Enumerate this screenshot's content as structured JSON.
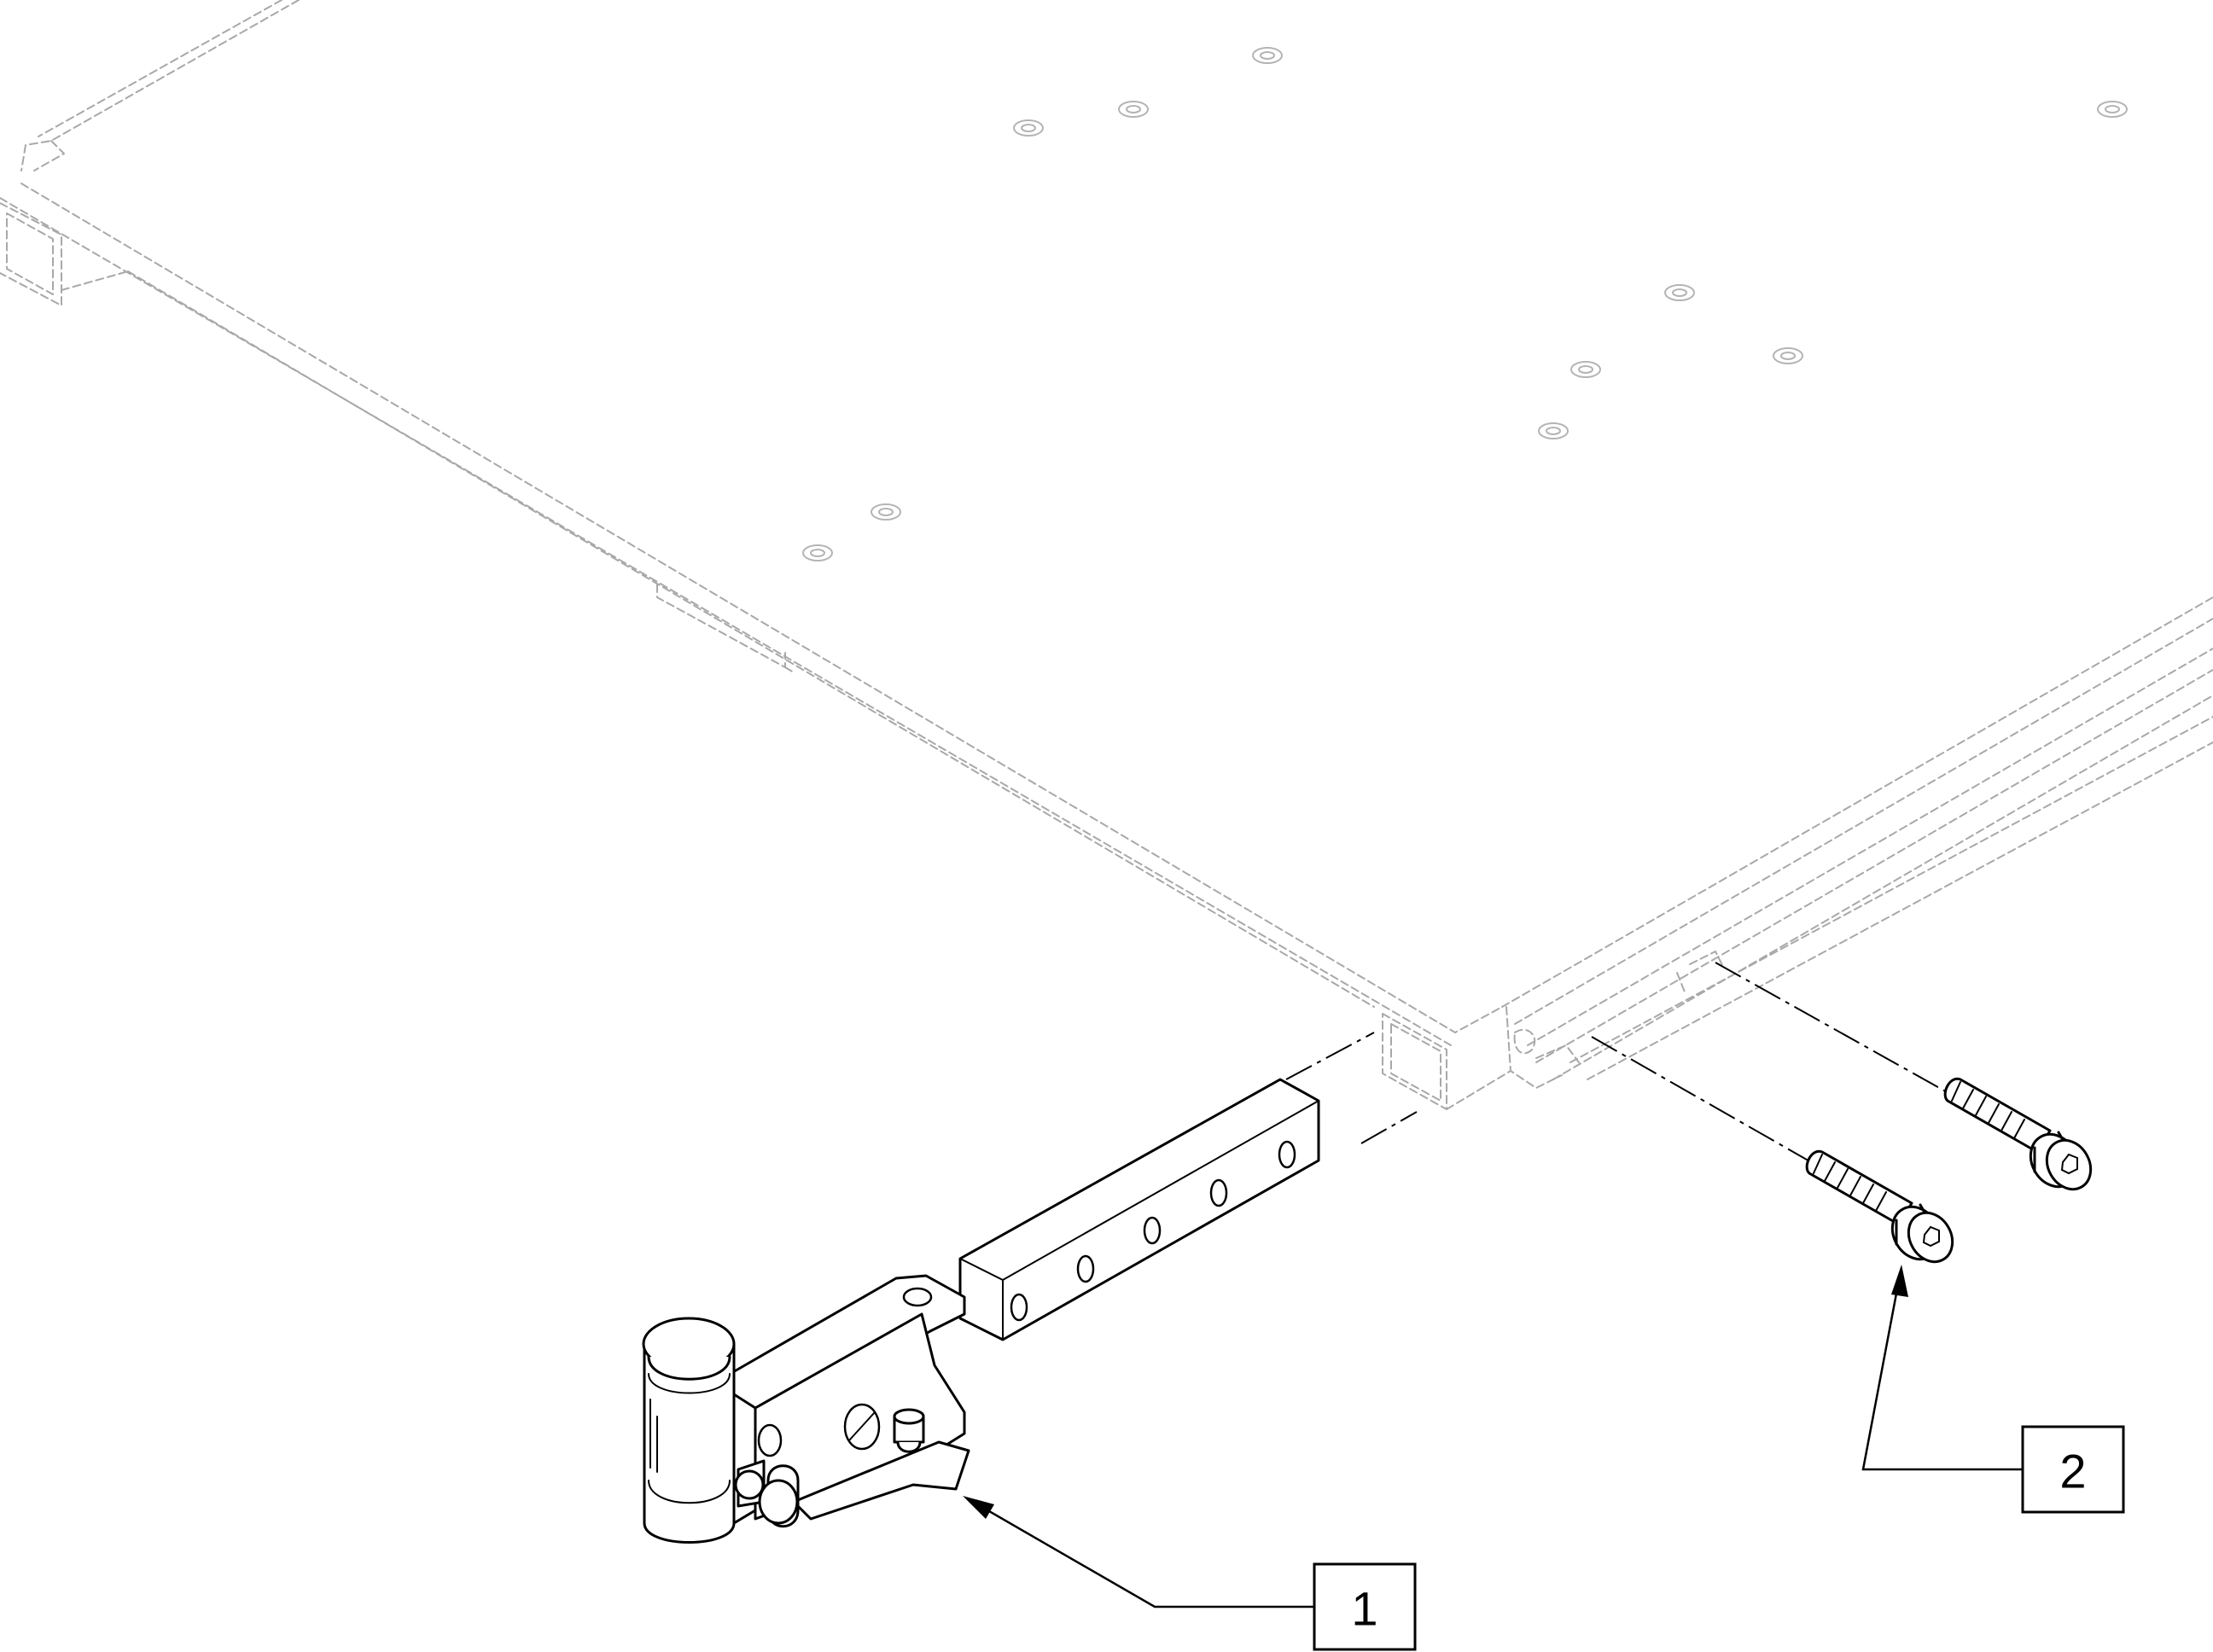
{
  "callouts": [
    {
      "id": "1",
      "label": "1"
    },
    {
      "id": "2",
      "label": "2"
    }
  ],
  "colors": {
    "line": "#000000",
    "phantom": "#a8a8a8",
    "background": "#ffffff"
  }
}
